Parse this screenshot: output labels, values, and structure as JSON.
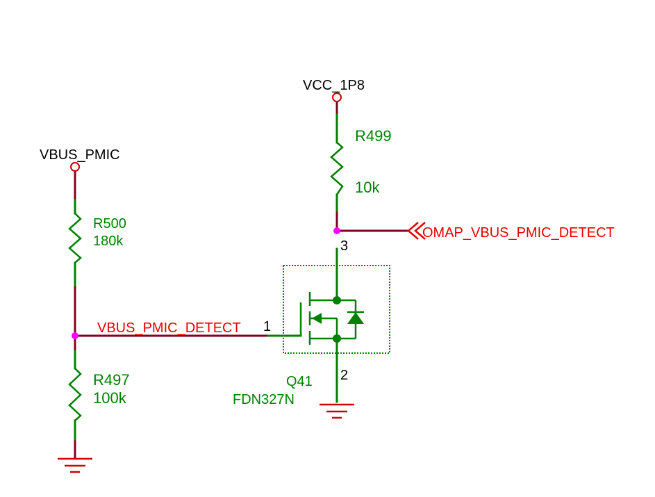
{
  "colors": {
    "wire_power": "#800020",
    "wire_signal": "#800020",
    "component": "#008000",
    "junction": "#ff00ff",
    "net_label": "#e60000",
    "text_black": "#000000",
    "port": "#cc0000",
    "power_symbol": "#cc0000",
    "package_outline": "#008000"
  },
  "nets": {
    "vcc_1p8": "VCC_1P8",
    "vbus_pmic": "VBUS_PMIC",
    "vbus_pmic_detect": "VBUS_PMIC_DETECT",
    "omap_vbus_pmic_detect": "OMAP_VBUS_PMIC_DETECT"
  },
  "components": {
    "r499": {
      "ref": "R499",
      "value": "10k"
    },
    "r500": {
      "ref": "R500",
      "value": "180k"
    },
    "r497": {
      "ref": "R497",
      "value": "100k"
    },
    "q41": {
      "ref": "Q41",
      "value": "FDN327N",
      "pins": {
        "gate": "1",
        "source": "2",
        "drain": "3"
      }
    }
  },
  "icons": {
    "ground": "ground-symbol-icon",
    "power_port": "power-port-circle-icon",
    "offpage": "offpage-connector-icon",
    "mosfet": "n-channel-mosfet-icon",
    "diode": "body-diode-icon",
    "resistor": "resistor-zigzag-icon"
  }
}
